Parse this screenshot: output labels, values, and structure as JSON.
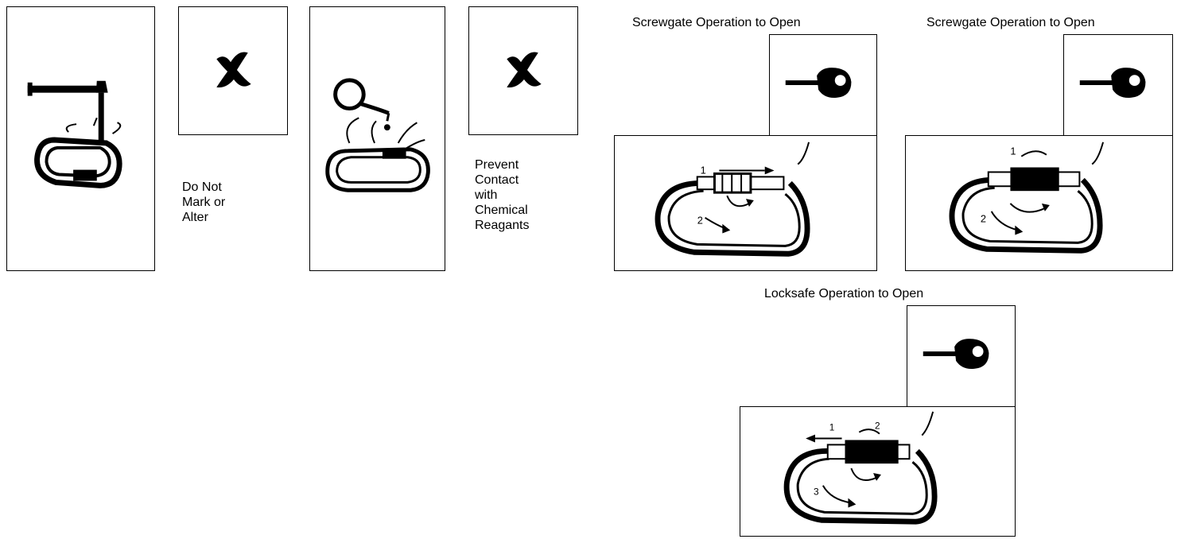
{
  "captions": {
    "do_not_mark": "Do Not\nMark or\nAlter",
    "chemical": "Prevent\nContact\nwith\nChemical\nReagants"
  },
  "headings": {
    "screwgate_1": "Screwgate Operation to Open",
    "screwgate_2": "Screwgate Operation to Open",
    "locksafe": "Locksafe Operation to Open"
  },
  "step_numbers": {
    "screwgate_1": [
      "1",
      "2"
    ],
    "screwgate_2": [
      "1",
      "2"
    ],
    "locksafe": [
      "1",
      "2",
      "3"
    ]
  },
  "icons": [
    "hammer-carabiner-icon",
    "x-mark-icon",
    "chemical-drip-carabiner-icon",
    "hand-twist-icon",
    "carabiner-gate-icon"
  ]
}
